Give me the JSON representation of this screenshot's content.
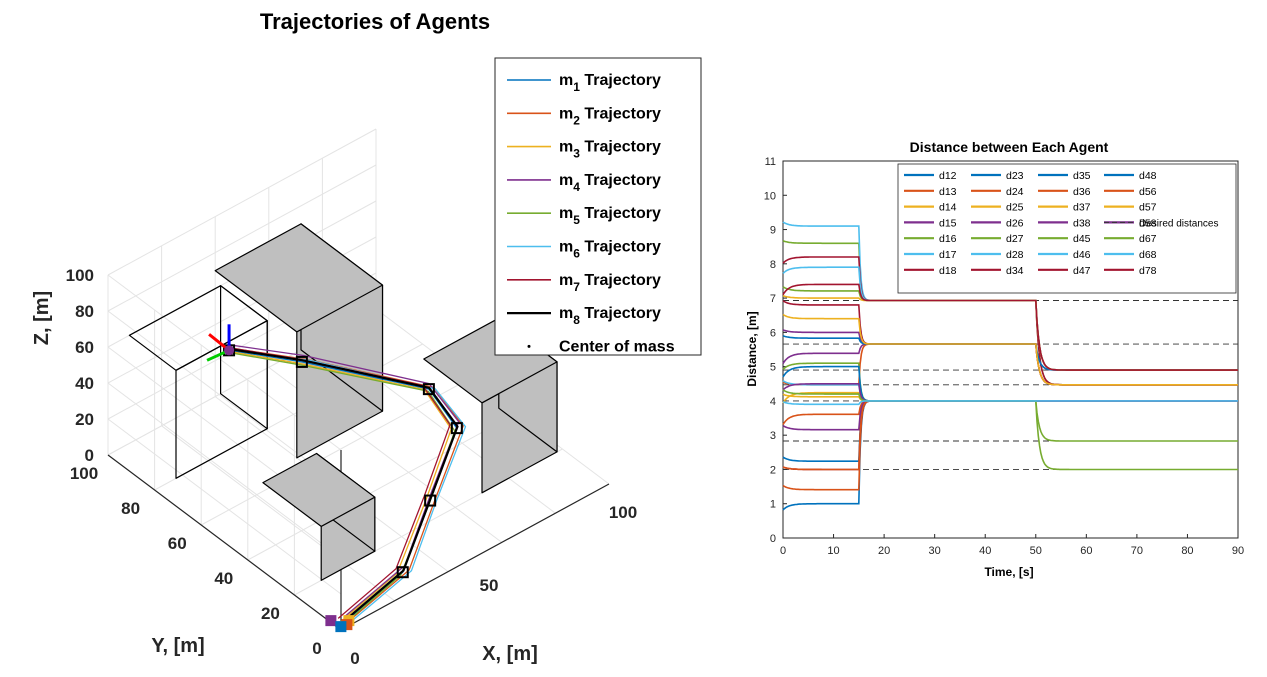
{
  "chart_data": [
    {
      "type": "line",
      "title": "Trajectories of Agents",
      "xlabel": "X, [m]",
      "ylabel": "Y, [m]",
      "zlabel": "Z, [m]",
      "xlim": [
        0,
        100
      ],
      "ylim": [
        0,
        100
      ],
      "zlim": [
        0,
        100
      ],
      "x_ticks": [
        "0",
        "50",
        "100"
      ],
      "y_ticks": [
        "0",
        "20",
        "40",
        "60",
        "80",
        "100"
      ],
      "z_ticks": [
        "0",
        "20",
        "40",
        "60",
        "80",
        "100"
      ],
      "grid": true,
      "legend_position": "top-right",
      "center_of_mass_label": "Center of mass",
      "series": [
        {
          "name_main": "m",
          "name_sub": "1",
          "name_rest": " Trajectory",
          "color": "#0072BD"
        },
        {
          "name_main": "m",
          "name_sub": "2",
          "name_rest": " Trajectory",
          "color": "#D95319"
        },
        {
          "name_main": "m",
          "name_sub": "3",
          "name_rest": " Trajectory",
          "color": "#EDB120"
        },
        {
          "name_main": "m",
          "name_sub": "4",
          "name_rest": " Trajectory",
          "color": "#7E2F8E"
        },
        {
          "name_main": "m",
          "name_sub": "5",
          "name_rest": " Trajectory",
          "color": "#77AC30"
        },
        {
          "name_main": "m",
          "name_sub": "6",
          "name_rest": " Trajectory",
          "color": "#4DBEEE"
        },
        {
          "name_main": "m",
          "name_sub": "7",
          "name_rest": " Trajectory",
          "color": "#A2142F"
        },
        {
          "name_main": "m",
          "name_sub": "8",
          "name_rest": " Trajectory",
          "color": "#000000"
        }
      ]
    },
    {
      "type": "line",
      "title": "Distance between Each Agent",
      "xlabel": "Time, [s]",
      "ylabel": "Distance, [m]",
      "xlim": [
        0,
        90
      ],
      "ylim": [
        0,
        11
      ],
      "x_ticks": [
        0,
        10,
        20,
        30,
        40,
        50,
        60,
        70,
        80,
        90
      ],
      "y_ticks": [
        0,
        1,
        2,
        3,
        4,
        5,
        6,
        7,
        8,
        9,
        10,
        11
      ],
      "grid": false,
      "legend_position": "top-right",
      "desired_label": "Desired distances",
      "desired_distances": [
        2.0,
        2.83,
        4.0,
        4.47,
        4.9,
        5.66,
        6.93
      ],
      "switch_times": [
        15,
        50
      ],
      "series": [
        {
          "name": "d12",
          "color": "#0072BD",
          "v": [
            1.0,
            4.0,
            4.0
          ]
        },
        {
          "name": "d13",
          "color": "#D95319",
          "v": [
            1.41,
            4.0,
            4.0
          ]
        },
        {
          "name": "d14",
          "color": "#EDB120",
          "v": [
            4.12,
            4.0,
            4.0
          ]
        },
        {
          "name": "d15",
          "color": "#7E2F8E",
          "v": [
            5.39,
            5.66,
            4.9
          ]
        },
        {
          "name": "d16",
          "color": "#77AC30",
          "v": [
            8.6,
            6.93,
            4.47
          ]
        },
        {
          "name": "d17",
          "color": "#4DBEEE",
          "v": [
            9.1,
            6.93,
            4.9
          ]
        },
        {
          "name": "d18",
          "color": "#A2142F",
          "v": [
            8.2,
            6.93,
            4.47
          ]
        },
        {
          "name": "d23",
          "color": "#0072BD",
          "v": [
            2.24,
            4.0,
            4.0
          ]
        },
        {
          "name": "d24",
          "color": "#D95319",
          "v": [
            4.47,
            5.66,
            4.47
          ]
        },
        {
          "name": "d25",
          "color": "#EDB120",
          "v": [
            4.24,
            4.0,
            4.0
          ]
        },
        {
          "name": "d26",
          "color": "#7E2F8E",
          "v": [
            6.0,
            5.66,
            4.47
          ]
        },
        {
          "name": "d27",
          "color": "#77AC30",
          "v": [
            7.21,
            6.93,
            4.9
          ]
        },
        {
          "name": "d28",
          "color": "#4DBEEE",
          "v": [
            7.9,
            6.93,
            4.9
          ]
        },
        {
          "name": "d34",
          "color": "#A2142F",
          "v": [
            6.8,
            5.66,
            4.47
          ]
        },
        {
          "name": "d35",
          "color": "#0072BD",
          "v": [
            5.83,
            5.66,
            4.9
          ]
        },
        {
          "name": "d36",
          "color": "#D95319",
          "v": [
            3.61,
            4.0,
            4.0
          ]
        },
        {
          "name": "d37",
          "color": "#EDB120",
          "v": [
            7.0,
            6.93,
            4.9
          ]
        },
        {
          "name": "d38",
          "color": "#7E2F8E",
          "v": [
            3.16,
            4.0,
            4.0
          ]
        },
        {
          "name": "d45",
          "color": "#77AC30",
          "v": [
            5.1,
            4.0,
            2.83
          ]
        },
        {
          "name": "d46",
          "color": "#4DBEEE",
          "v": [
            4.47,
            4.0,
            4.0
          ]
        },
        {
          "name": "d47",
          "color": "#A2142F",
          "v": [
            2.0,
            4.0,
            4.0
          ]
        },
        {
          "name": "d48",
          "color": "#0072BD",
          "v": [
            5.0,
            4.0,
            4.0
          ]
        },
        {
          "name": "d56",
          "color": "#D95319",
          "v": [
            2.0,
            4.0,
            4.0
          ]
        },
        {
          "name": "d57",
          "color": "#EDB120",
          "v": [
            6.4,
            5.66,
            4.47
          ]
        },
        {
          "name": "d58",
          "color": "#7E2F8E",
          "v": [
            4.5,
            4.0,
            4.0
          ]
        },
        {
          "name": "d67",
          "color": "#77AC30",
          "v": [
            4.2,
            4.0,
            2.0
          ]
        },
        {
          "name": "d68",
          "color": "#4DBEEE",
          "v": [
            3.9,
            4.0,
            4.0
          ]
        },
        {
          "name": "d78",
          "color": "#A2142F",
          "v": [
            7.4,
            6.93,
            4.9
          ]
        }
      ]
    }
  ]
}
